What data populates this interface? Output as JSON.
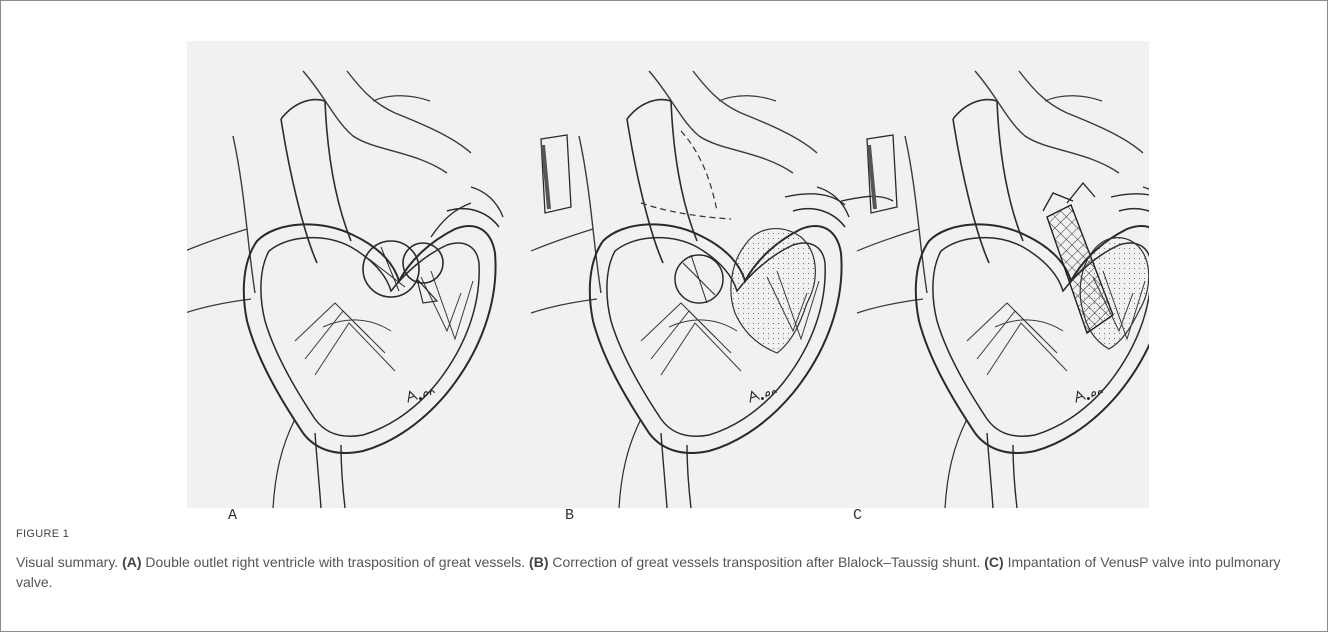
{
  "figure": {
    "panels": [
      {
        "letter": "A",
        "signature": "A.P"
      },
      {
        "letter": "B",
        "signature": "A.P"
      },
      {
        "letter": "C",
        "signature": "A.P"
      }
    ],
    "label": "FIGURE 1",
    "caption": {
      "intro": "Visual summary. ",
      "items": [
        {
          "tag": "(A)",
          "text": " Double outlet right ventricle with trasposition of great vessels. "
        },
        {
          "tag": "(B)",
          "text": " Correction of great vessels transposition after Blalock–Taussig shunt. "
        },
        {
          "tag": "(C)",
          "text": " Impantation of VenusP valve into pulmonary valve."
        }
      ]
    }
  }
}
